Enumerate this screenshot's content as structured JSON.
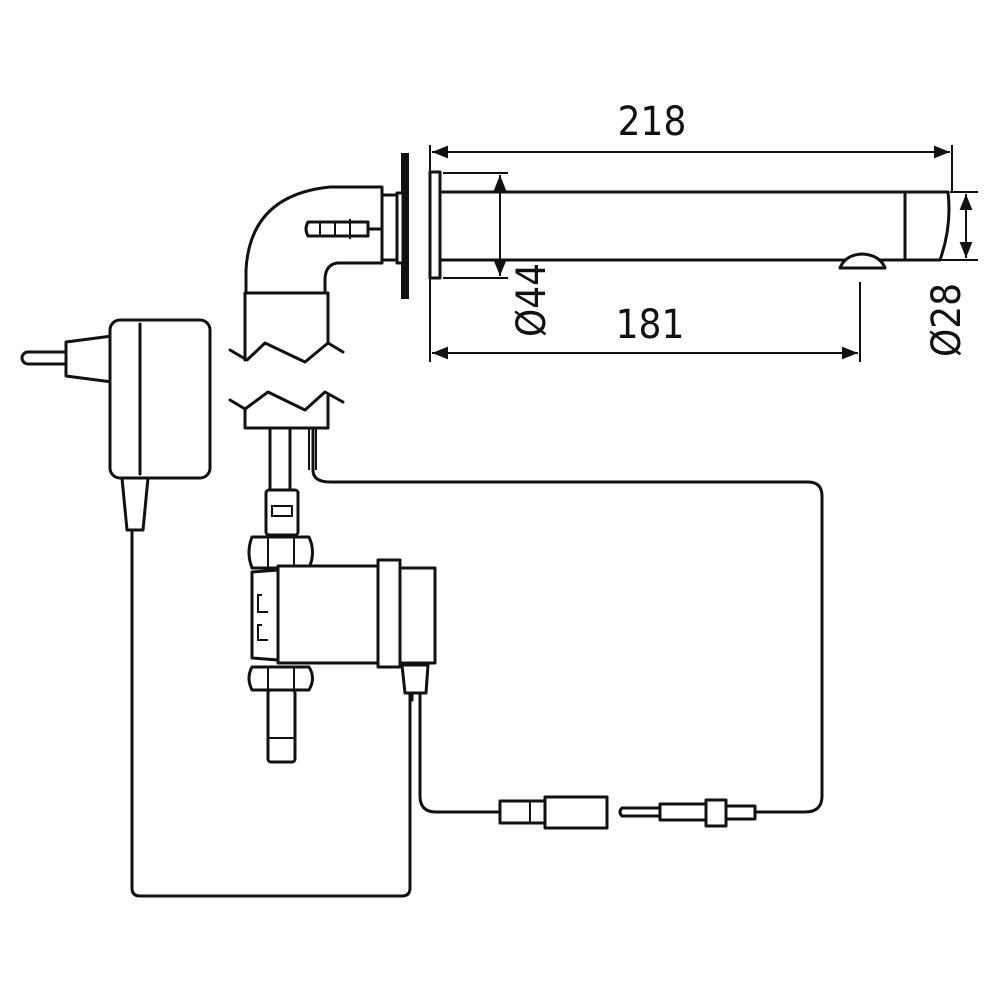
{
  "dimensions": {
    "total_length": "218",
    "spout_projection": "181",
    "flange_diameter": "Ø44",
    "spout_diameter": "Ø28"
  },
  "colors": {
    "line": "#111111",
    "background": "#ffffff"
  }
}
